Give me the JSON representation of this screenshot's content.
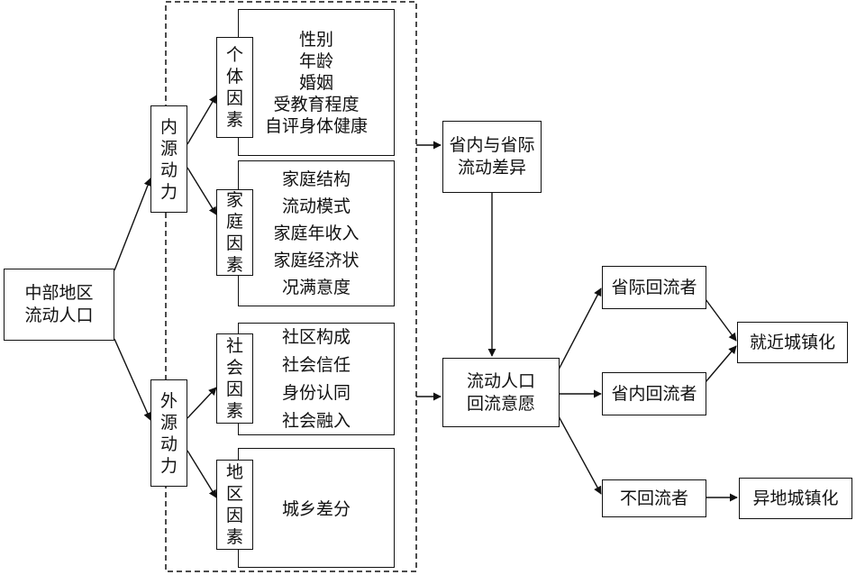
{
  "origin": {
    "line1": "中部地区",
    "line2": "流动人口"
  },
  "internal_force": {
    "chars": [
      "内",
      "源",
      "动",
      "力"
    ]
  },
  "external_force": {
    "chars": [
      "外",
      "源",
      "动",
      "力"
    ]
  },
  "factors": {
    "individual": {
      "chars": [
        "个",
        "体",
        "因",
        "素"
      ],
      "items": [
        "性别",
        "年龄",
        "婚姻",
        "受教育程度",
        "自评身体健康"
      ]
    },
    "family": {
      "chars": [
        "家",
        "庭",
        "因",
        "素"
      ],
      "items": [
        "家庭结构",
        "流动模式",
        "家庭年收入",
        "家庭经济状",
        "况满意度"
      ]
    },
    "social": {
      "chars": [
        "社",
        "会",
        "因",
        "素"
      ],
      "items": [
        "社区构成",
        "社会信任",
        "身份认同",
        "社会融入"
      ]
    },
    "regional": {
      "chars": [
        "地",
        "区",
        "因",
        "素"
      ],
      "items": [
        "城乡差分"
      ]
    }
  },
  "difference": {
    "line1": "省内与省际",
    "line2": "流动差异"
  },
  "willingness": {
    "line1": "流动人口",
    "line2": "回流意愿"
  },
  "outcomes": {
    "inter_provincial": "省际回流者",
    "intra_provincial": "省内回流者",
    "non_return": "不回流者",
    "nearby": "就近城镇化",
    "elsewhere": "异地城镇化"
  }
}
